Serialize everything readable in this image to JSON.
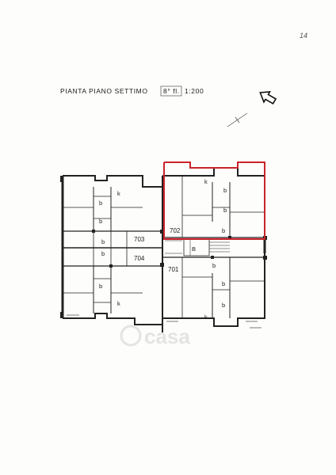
{
  "page_note": "14",
  "title": "PIANTA PIANO SETTIMO",
  "floor_tag": "8° fl.",
  "scale": "1:200",
  "watermark": "casa",
  "colors": {
    "walls": "#222222",
    "highlight": "#c8242b",
    "background": "#fdfdfb"
  },
  "icons": {
    "north": "north-arrow-icon",
    "watermark": "watermark-logo-icon"
  },
  "units": [
    {
      "name": "unit-702",
      "label": "702"
    },
    {
      "name": "unit-703",
      "label": "703"
    },
    {
      "name": "unit-704",
      "label": "704"
    },
    {
      "name": "unit-701",
      "label": "701"
    }
  ],
  "rooms": {
    "k": "k",
    "b": "b",
    "stair": "B"
  }
}
